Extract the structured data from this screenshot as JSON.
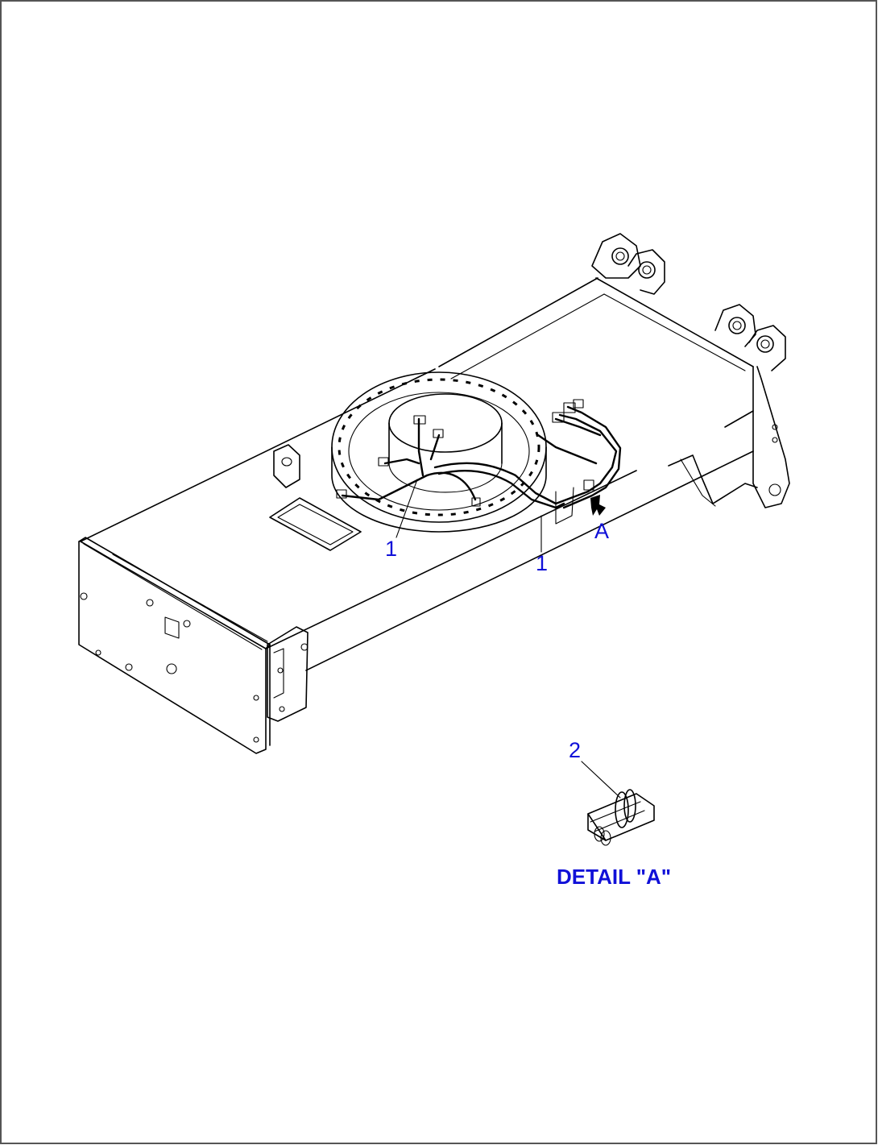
{
  "callouts": {
    "harness_left": "1",
    "harness_right": "1",
    "view_arrow": "A",
    "clamp": "2"
  },
  "detail_caption": "DETAIL \"A\"",
  "colors": {
    "callout": "#1010d8",
    "linework": "#000000",
    "frame": "#555555"
  }
}
